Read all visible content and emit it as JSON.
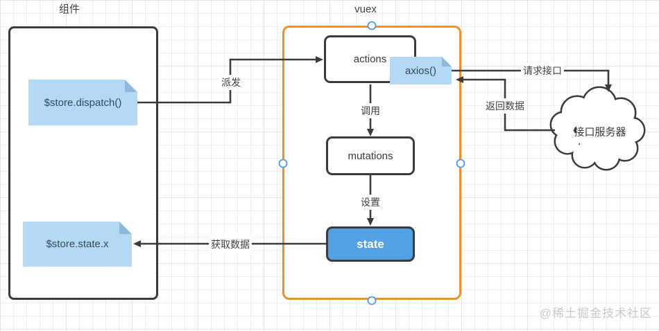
{
  "groups": {
    "component": {
      "label": "组件"
    },
    "vuex": {
      "label": "vuex"
    }
  },
  "nodes": {
    "dispatch_note": {
      "label": "$store.dispatch()"
    },
    "state_note": {
      "label": "$store.state.x"
    },
    "actions": {
      "label": "actions"
    },
    "axios_note": {
      "label": "axios()"
    },
    "mutations": {
      "label": "mutations"
    },
    "state": {
      "label": "state"
    },
    "api_server": {
      "label": "接口服务器"
    }
  },
  "edges": {
    "dispatch": {
      "label": "派发"
    },
    "invoke": {
      "label": "调用"
    },
    "set": {
      "label": "设置"
    },
    "get_data": {
      "label": "获取数据"
    },
    "request_api": {
      "label": "请求接口"
    },
    "return_data": {
      "label": "返回数据"
    }
  },
  "colors": {
    "shape_stroke": "#3b3b3b",
    "vuex_border": "#ee8f29",
    "note_fill": "#b3d9f5",
    "note_fold": "#8fb9db",
    "state_fill": "#54a0e4",
    "handle_stroke": "#4c9ae8",
    "watermark": "#c9c9c9"
  },
  "watermark": {
    "text": "@稀土掘金技术社区"
  }
}
